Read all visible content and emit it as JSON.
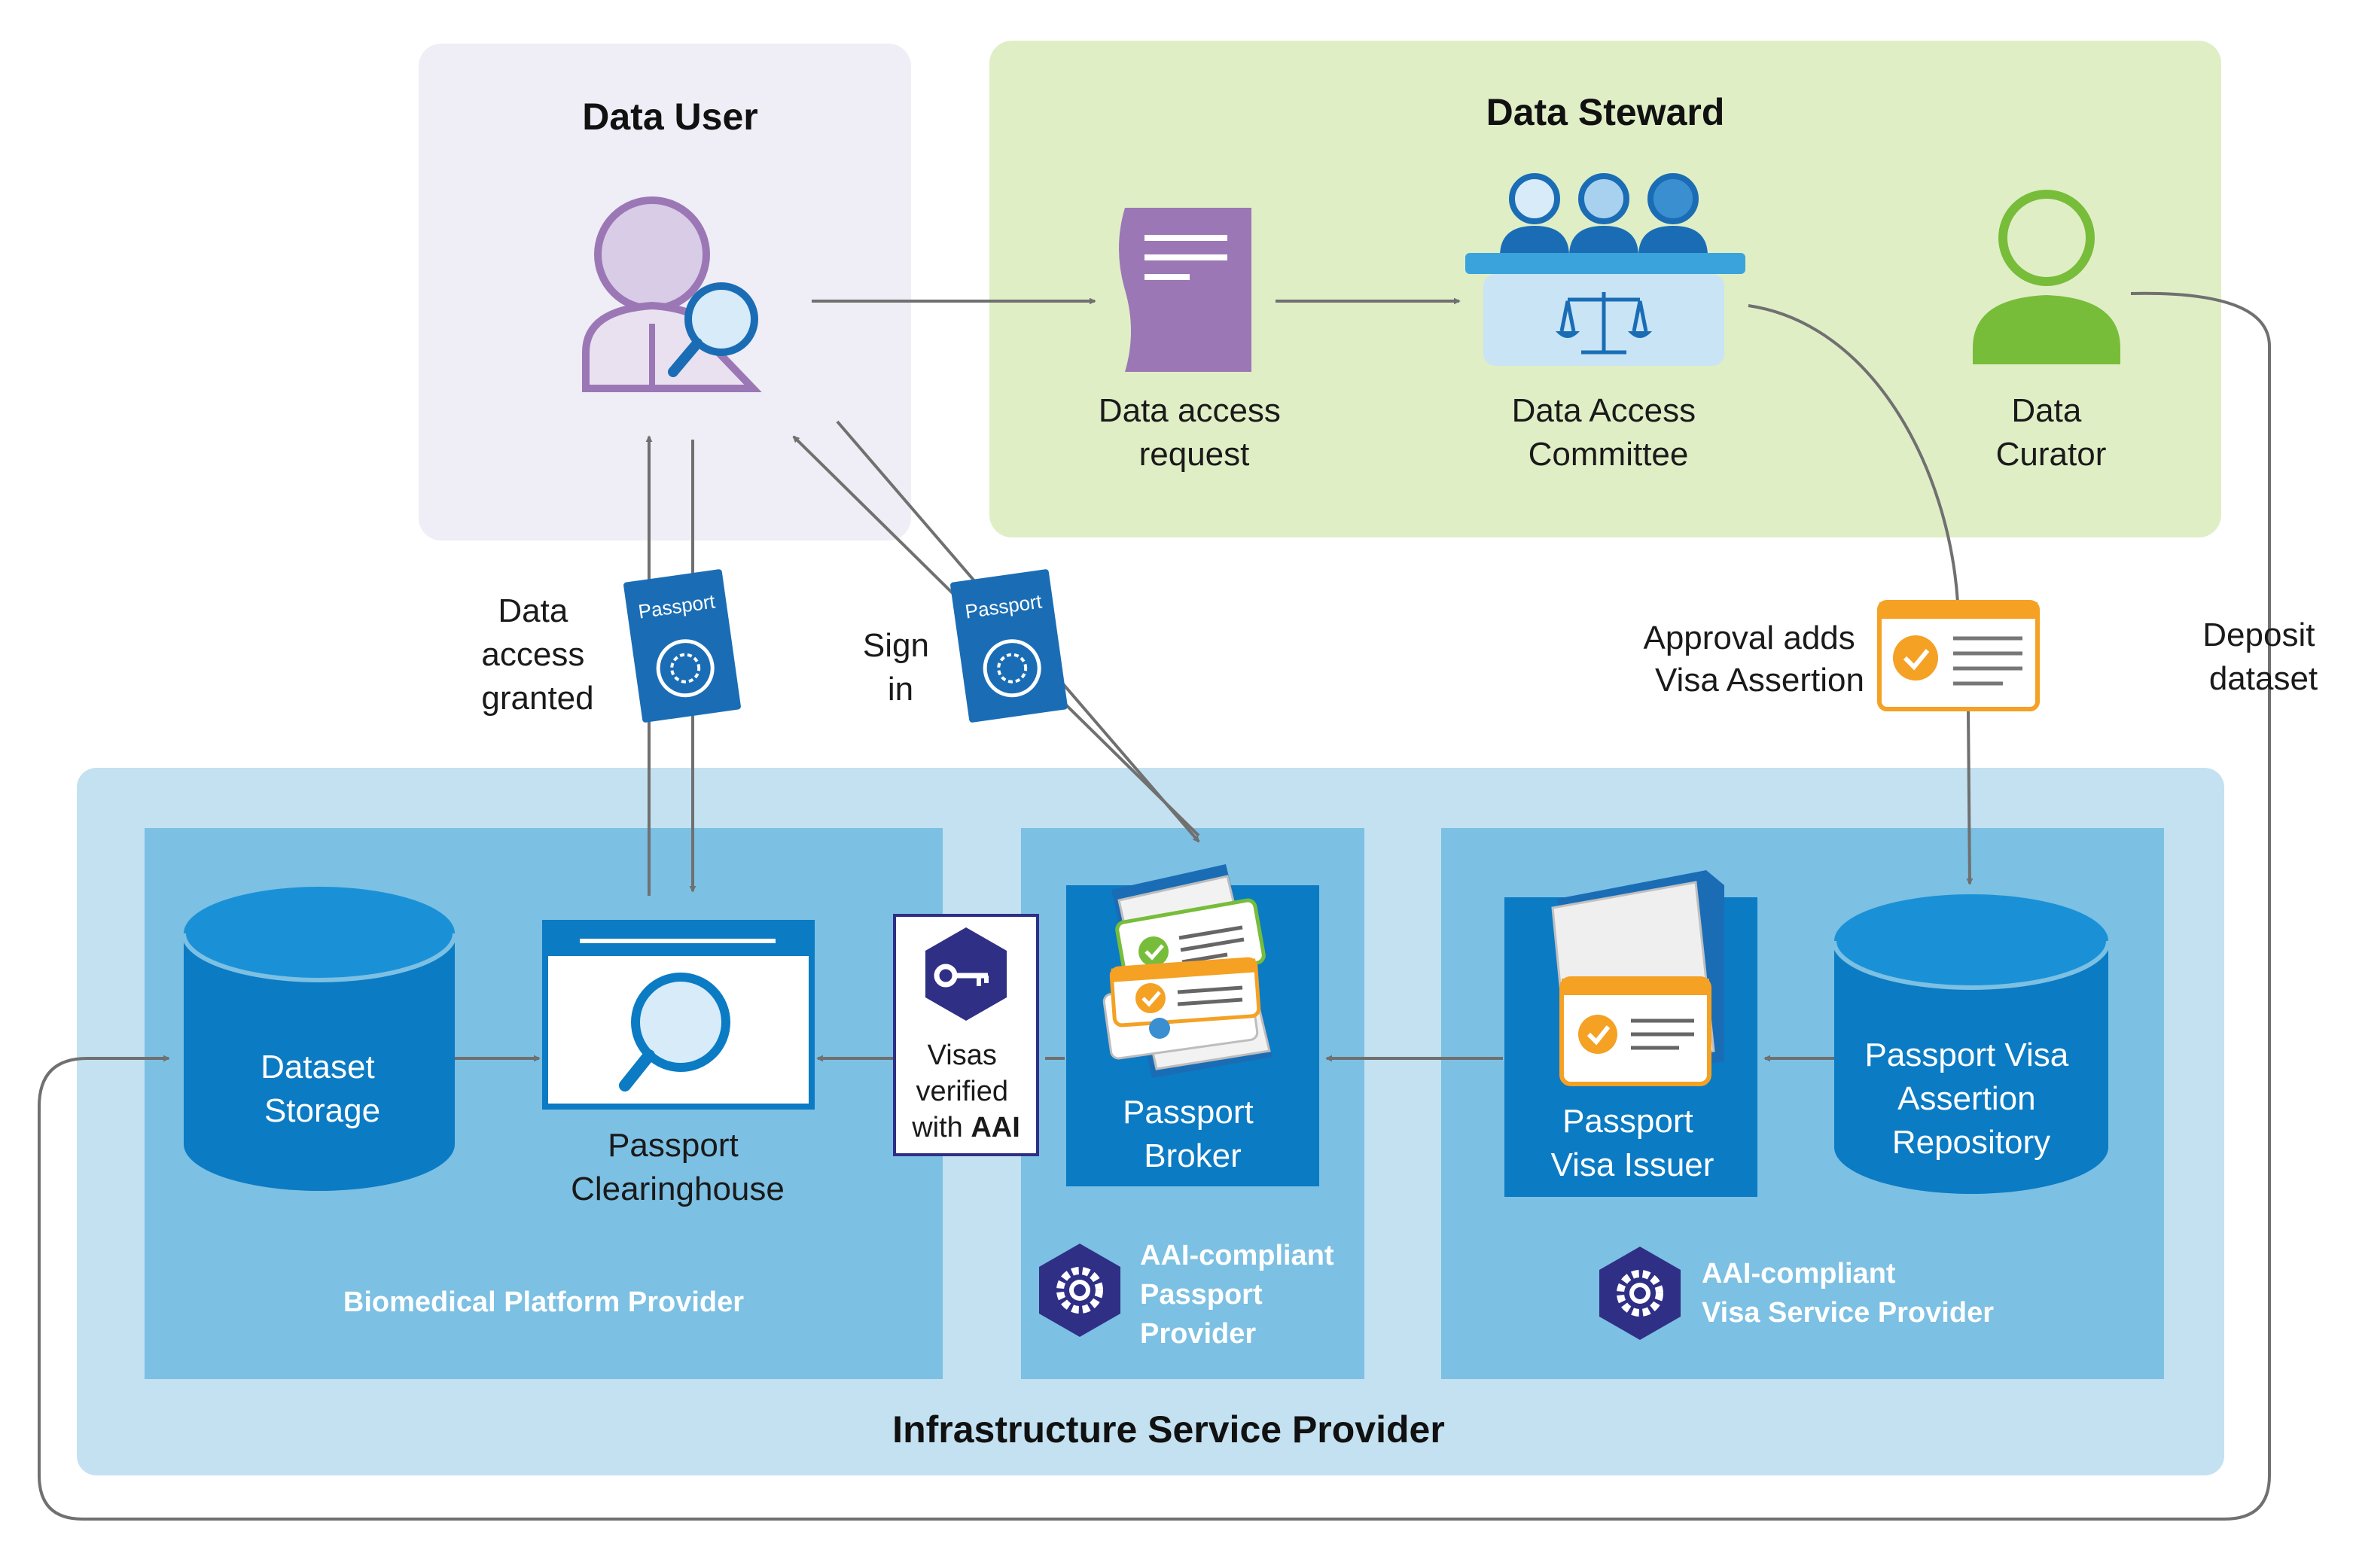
{
  "regions": {
    "data_user": "Data User",
    "data_steward": "Data Steward",
    "infrastructure": "Infrastructure Service Provider",
    "biomedical": "Biomedical Platform Provider",
    "aai_passport": [
      "AAI-compliant",
      "Passport",
      "Provider"
    ],
    "aai_visa": [
      "AAI-compliant",
      "Visa Service Provider"
    ]
  },
  "nodes": {
    "data_access_request": [
      "Data access",
      "request"
    ],
    "data_access_committee": [
      "Data Access",
      "Committee"
    ],
    "data_curator": [
      "Data",
      "Curator"
    ],
    "dataset_storage": [
      "Dataset",
      "Storage"
    ],
    "passport_clearinghouse": [
      "Passport",
      "Clearinghouse"
    ],
    "passport_broker": [
      "Passport",
      "Broker"
    ],
    "passport_visa_issuer": [
      "Passport",
      "Visa Issuer"
    ],
    "passport_visa_repository": [
      "Passport Visa",
      "Assertion",
      "Repository"
    ]
  },
  "edge_labels": {
    "data_access_granted": [
      "Data",
      "access",
      "granted"
    ],
    "sign_in": [
      "Sign",
      "in"
    ],
    "approval": [
      "Approval adds",
      "Visa Assertion"
    ],
    "deposit": [
      "Deposit",
      "dataset"
    ],
    "visas_verified": [
      "Visas",
      "verified",
      "with",
      "AAI"
    ]
  },
  "badges": {
    "passport": "Passport"
  },
  "colors": {
    "user_panel": "#efedf5",
    "steward_panel": "#e0eec6",
    "infra_outer": "#c3e1f1",
    "infra_inner": "#7cc0e3",
    "node_blue": "#0b7bc4",
    "passport_blue": "#1a6db5",
    "purple": "#9b78b5",
    "green": "#77bd3a",
    "orange": "#f4a124",
    "navy": "#2f2f86",
    "arrow": "#707070"
  }
}
